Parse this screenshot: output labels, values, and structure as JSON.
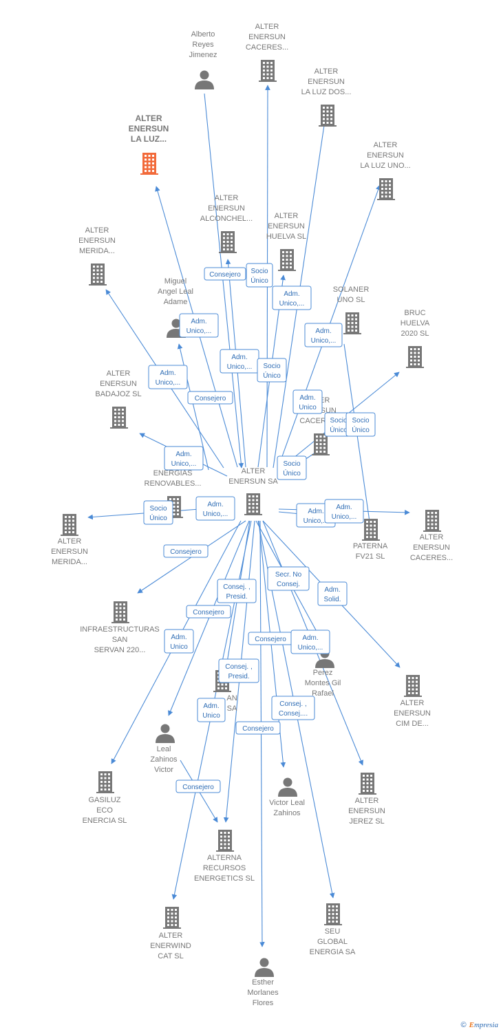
{
  "colors": {
    "edge": "#4a8ad6",
    "node": "#777777",
    "focus_node": "#f26a3a",
    "label_text": "#2f6db5"
  },
  "nodes": [
    {
      "id": "center",
      "type": "company",
      "label": [
        "ALTER",
        "ENERSUN SA"
      ]
    },
    {
      "id": "n_laluz_focus",
      "type": "company",
      "focus": true,
      "label": [
        "ALTER",
        "ENERSUN",
        "LA LUZ..."
      ]
    },
    {
      "id": "n_alberto",
      "type": "person",
      "label": [
        "Alberto",
        "Reyes",
        "Jimenez"
      ]
    },
    {
      "id": "n_caceres_top",
      "type": "company",
      "label": [
        "ALTER",
        "ENERSUN",
        "CACERES..."
      ]
    },
    {
      "id": "n_laluzdos",
      "type": "company",
      "label": [
        "ALTER",
        "ENERSUN",
        "LA LUZ DOS..."
      ]
    },
    {
      "id": "n_laluzuno",
      "type": "company",
      "label": [
        "ALTER",
        "ENERSUN",
        "LA LUZ UNO..."
      ]
    },
    {
      "id": "n_alconchel",
      "type": "company",
      "label": [
        "ALTER",
        "ENERSUN",
        "ALCONCHEL..."
      ]
    },
    {
      "id": "n_huelva",
      "type": "company",
      "label": [
        "ALTER",
        "ENERSUN",
        "HUELVA  SL"
      ]
    },
    {
      "id": "n_merida_top",
      "type": "company",
      "label": [
        "ALTER",
        "ENERSUN",
        "MERIDA..."
      ]
    },
    {
      "id": "n_miguel",
      "type": "person",
      "label": [
        "Miguel",
        "Angel Leal",
        "Adame"
      ]
    },
    {
      "id": "n_solaner",
      "type": "company",
      "label": [
        "SOLANER",
        "UNO SL"
      ]
    },
    {
      "id": "n_bruc",
      "type": "company",
      "label": [
        "BRUC",
        "HUELVA",
        "2020  SL"
      ]
    },
    {
      "id": "n_badajoz",
      "type": "company",
      "label": [
        "ALTER",
        "ENERSUN",
        "BADAJOZ  SL"
      ]
    },
    {
      "id": "n_caceres_mid",
      "type": "company",
      "label": [
        "ALTER",
        "ENERSUN",
        "CACERES"
      ]
    },
    {
      "id": "n_desarrollos",
      "type": "company",
      "label": [
        "DE",
        "ENERGIAS",
        "RENOVABLES..."
      ]
    },
    {
      "id": "n_merida_left",
      "type": "company",
      "label": [
        "ALTER",
        "ENERSUN",
        "MERIDA..."
      ]
    },
    {
      "id": "n_paterna",
      "type": "company",
      "label": [
        "PATERNA",
        "FV21 SL"
      ]
    },
    {
      "id": "n_caceres_right",
      "type": "company",
      "label": [
        "ALTER",
        "ENERSUN",
        "CACERES..."
      ]
    },
    {
      "id": "n_infra",
      "type": "company",
      "label": [
        "INFRAESTRUCTURAS",
        "SAN",
        "SERVAN 220..."
      ]
    },
    {
      "id": "n_perez",
      "type": "person",
      "label": [
        "Perez",
        "Montes Gil",
        "Rafael"
      ]
    },
    {
      "id": "n_cim",
      "type": "company",
      "label": [
        "ALTER",
        "ENERSUN",
        "CIM DE..."
      ]
    },
    {
      "id": "n_ansa",
      "type": "company",
      "label": [
        "AN",
        "SA"
      ]
    },
    {
      "id": "n_leal",
      "type": "person",
      "label": [
        "Leal",
        "Zahinos",
        "Victor"
      ]
    },
    {
      "id": "n_gasiluz",
      "type": "company",
      "label": [
        "GASILUZ",
        "ECO",
        "ENERCIA  SL"
      ]
    },
    {
      "id": "n_victor",
      "type": "person",
      "label": [
        "Victor Leal",
        "Zahinos"
      ]
    },
    {
      "id": "n_jerez",
      "type": "company",
      "label": [
        "ALTER",
        "ENERSUN",
        "JEREZ  SL"
      ]
    },
    {
      "id": "n_alterna",
      "type": "company",
      "label": [
        "ALTERNA",
        "RECURSOS",
        "ENERGETICS SL"
      ]
    },
    {
      "id": "n_enerwind",
      "type": "company",
      "label": [
        "ALTER",
        "ENERWIND",
        "CAT  SL"
      ]
    },
    {
      "id": "n_seu",
      "type": "company",
      "label": [
        "SEU",
        "GLOBAL",
        "ENERGIA SA"
      ]
    },
    {
      "id": "n_esther",
      "type": "person",
      "label": [
        "Esther",
        "Morlanes",
        "Flores"
      ]
    }
  ],
  "edge_labels": [
    [
      "Consejero"
    ],
    [
      "Socio",
      "Único"
    ],
    [
      "Adm.",
      "Unico,..."
    ],
    [
      "Adm.",
      "Unico,..."
    ],
    [
      "Adm.",
      "Unico,..."
    ],
    [
      "Adm.",
      "Unico,..."
    ],
    [
      "Socio",
      "Único"
    ],
    [
      "Adm.",
      "Unico,..."
    ],
    [
      "Consejero"
    ],
    [
      "Adm.",
      "Unico"
    ],
    [
      "Socio",
      "Único"
    ],
    [
      "Socio",
      "Único"
    ],
    [
      "Adm.",
      "Unico,..."
    ],
    [
      "Socio",
      "Único"
    ],
    [
      "Adm.",
      "Unico,..."
    ],
    [
      "Socio",
      "Único"
    ],
    [
      "Adm.",
      "Unico,..."
    ],
    [
      "Adm.",
      "Unico,..."
    ],
    [
      "Consejero"
    ],
    [
      "Secr.  No",
      "Consej."
    ],
    [
      "Adm.",
      "Solid."
    ],
    [
      "Consej. ,",
      "Presid."
    ],
    [
      "Consejero"
    ],
    [
      "Adm.",
      "Unico"
    ],
    [
      "Consejero"
    ],
    [
      "Adm.",
      "Unico,..."
    ],
    [
      "Consej. ,",
      "Presid."
    ],
    [
      "Adm.",
      "Unico"
    ],
    [
      "Consej. ,",
      "Consej...."
    ],
    [
      "Consejero"
    ],
    [
      "Consejero"
    ]
  ],
  "footer": {
    "copyright": "©",
    "brand_e": "E",
    "brand_rest": "mpresia"
  }
}
